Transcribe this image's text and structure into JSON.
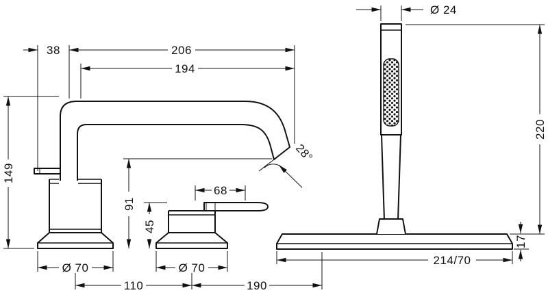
{
  "page": {
    "background": "#ffffff",
    "line_color": "#111111"
  },
  "drawing": {
    "dimensions": {
      "d38": "38",
      "d206": "206",
      "d194": "194",
      "d149": "149",
      "d91": "91",
      "d68": "68",
      "d45": "45",
      "d70_left": "Ø 70",
      "d70_mid": "Ø 70",
      "d110": "110",
      "d190": "190",
      "d28": "28°",
      "d24": "Ø 24",
      "d220": "220",
      "d17": "17",
      "d214_70": "214/70"
    }
  }
}
